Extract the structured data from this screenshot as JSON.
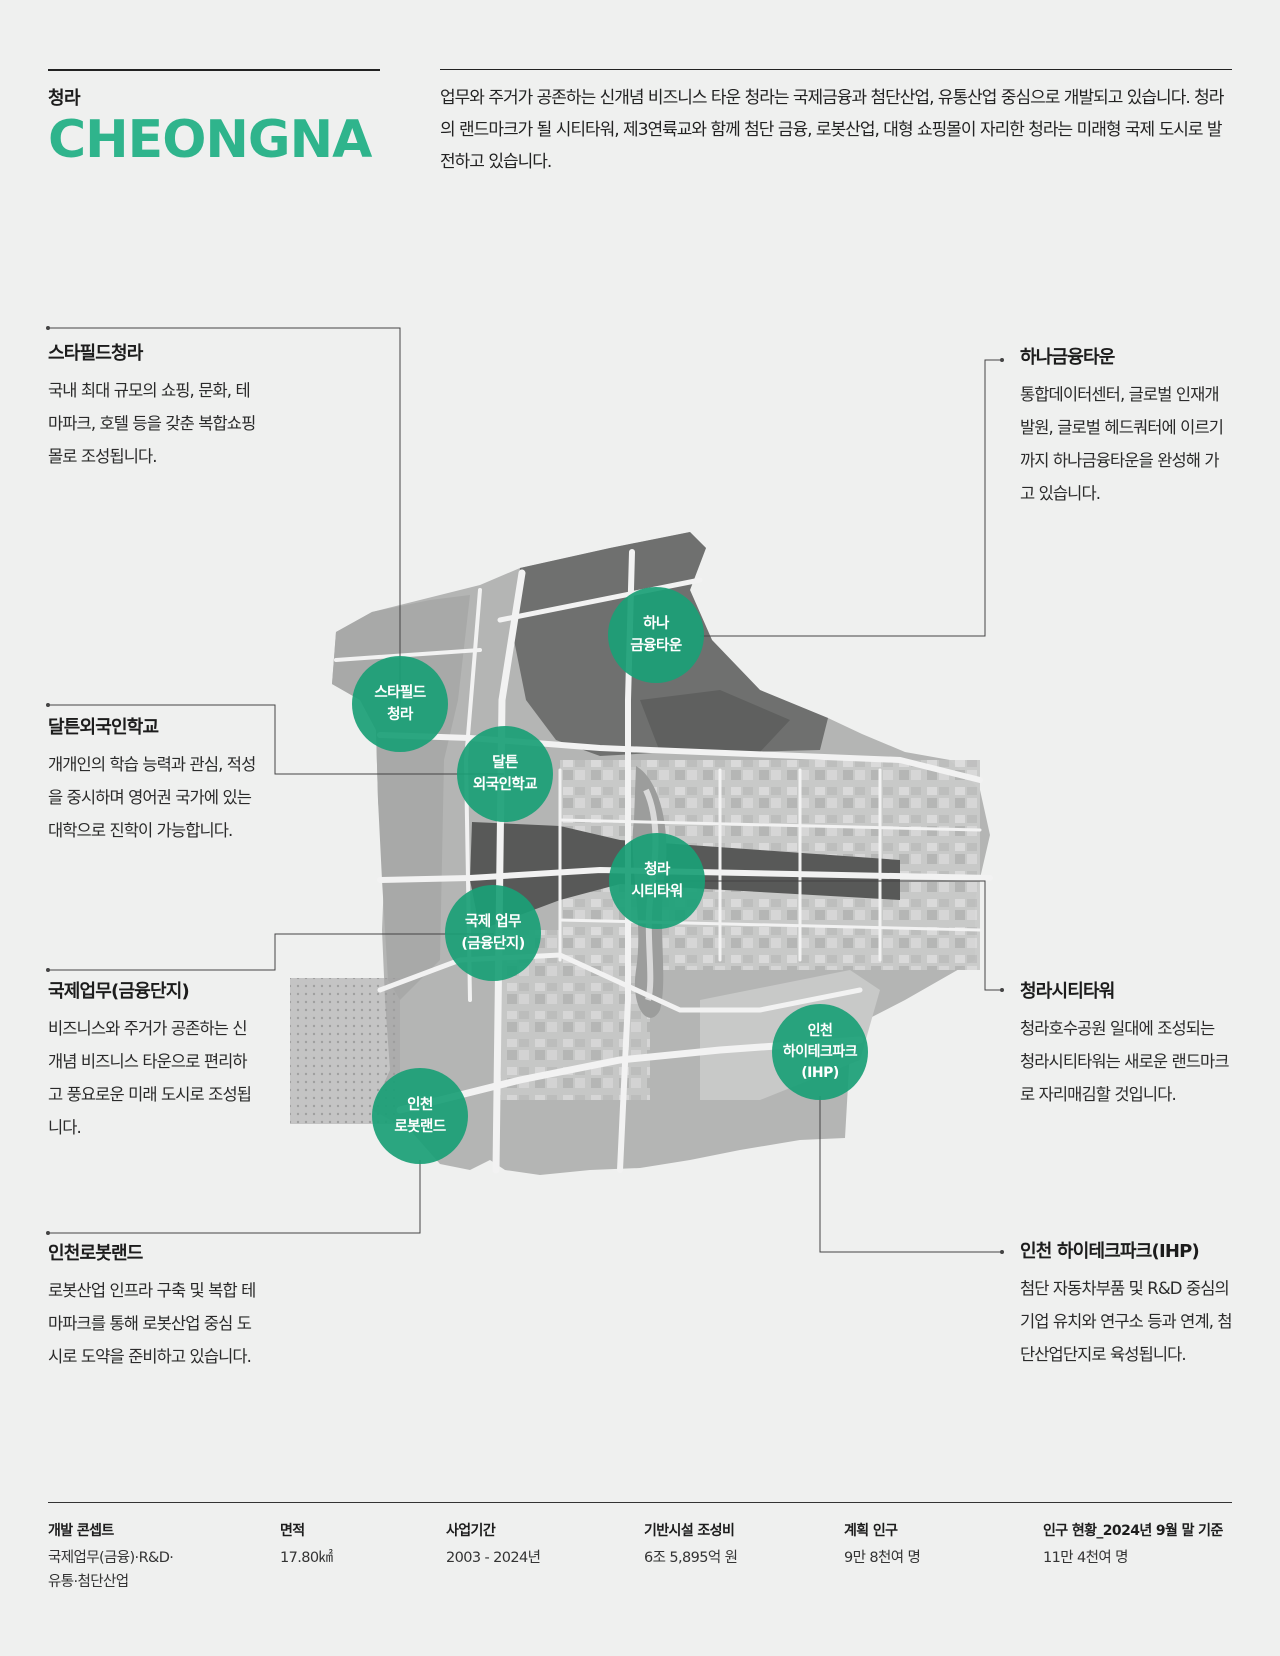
{
  "header": {
    "kor_name": "청라",
    "eng_name": "CHEONGNA",
    "intro": "업무와 주거가 공존하는 신개념 비즈니스 타운 청라는 국제금융과 첨단산업, 유통산업 중심으로 개발되고 있습니다. 청라의 랜드마크가 될 시티타워, 제3연륙교와 함께 첨단 금융, 로봇산업, 대형 쇼핑몰이 자리한 청라는 미래형 국제 도시로 발전하고 있습니다."
  },
  "callouts": {
    "starfield": {
      "title": "스타필드청라",
      "desc": "국내 최대 규모의 쇼핑, 문화, 테마파크, 호텔 등을 갖춘 복합쇼핑몰로 조성됩니다."
    },
    "dalton": {
      "title": "달튼외국인학교",
      "desc": "개개인의 학습 능력과 관심, 적성을 중시하며 영어권 국가에 있는 대학으로 진학이 가능합니다."
    },
    "intl": {
      "title": "국제업무(금융단지)",
      "desc": "비즈니스와 주거가 공존하는 신개념 비즈니스 타운으로 편리하고 풍요로운 미래 도시로 조성됩니다."
    },
    "robot": {
      "title": "인천로봇랜드",
      "desc": "로봇산업 인프라 구축 및 복합 테마파크를 통해 로봇산업 중심 도시로 도약을 준비하고 있습니다."
    },
    "hana": {
      "title": "하나금융타운",
      "desc": "통합데이터센터, 글로벌 인재개발원, 글로벌 헤드쿼터에 이르기까지 하나금융타운을 완성해 가고 있습니다."
    },
    "citytower": {
      "title": "청라시티타워",
      "desc": "청라호수공원 일대에 조성되는 청라시티타워는 새로운 랜드마크로 자리매김할 것입니다."
    },
    "ihp": {
      "title": "인천 하이테크파크(IHP)",
      "desc": "첨단 자동차부품 및 R&D 중심의 기업 유치와 연구소 등과 연계, 첨단산업단지로 육성됩니다."
    }
  },
  "map_labels": {
    "hana": "하나\n금융타운",
    "starfield": "스타필드\n청라",
    "dalton": "달튼\n외국인학교",
    "citytower": "청라\n시티타워",
    "intl": "국제 업무\n(금융단지)",
    "ihp": "인천\n하이테크파크\n(IHP)",
    "robot": "인천\n로봇랜드"
  },
  "stats": [
    {
      "label": "개발 콘셉트",
      "value": "국제업무(금융)·R&D·\n유통·첨단산업"
    },
    {
      "label": "면적",
      "value": "17.80㎢"
    },
    {
      "label": "사업기간",
      "value": "2003 - 2024년"
    },
    {
      "label": "기반시설 조성비",
      "value": "6조 5,895억 원"
    },
    {
      "label": "계획 인구",
      "value": "9만 8천여 명"
    },
    {
      "label": "인구 현황_2024년 9월 말 기준",
      "value": "11만 4천여 명"
    }
  ],
  "colors": {
    "accent": "#2fb48c",
    "circle": "#1aa076",
    "background": "#eff0ef"
  }
}
